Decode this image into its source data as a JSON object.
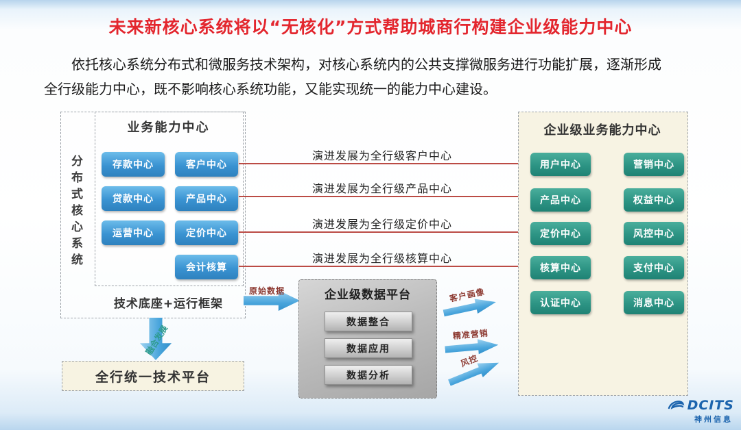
{
  "page": {
    "title": "未来新核心系统将以“无核化”方式帮助城商行构建企业级能力中心",
    "paragraph_line1": "依托核心系统分布式和微服务技术架构，对核心系统内的公共支撑微服务进行功能扩展，逐渐形成",
    "paragraph_line2": "全行级能力中心，既不影响核心系统功能，又能实现统一的能力中心建设。"
  },
  "left_panel": {
    "side_label": "分布式核心系统",
    "header": "业务能力中心",
    "buttons_col1": [
      "存款中心",
      "贷款中心",
      "运营中心"
    ],
    "buttons_col2": [
      "客户中心",
      "产品中心",
      "定价中心",
      "会计核算"
    ],
    "tech_base": "技术底座+运行框架",
    "fusion_label": "融合发展",
    "platform": "全行统一技术平台"
  },
  "evolution_arrows": [
    "演进发展为全行级客户中心",
    "演进发展为全行级产品中心",
    "演进发展为全行级定价中心",
    "演进发展为全行级核算中心"
  ],
  "data_platform": {
    "input_label": "原始数据",
    "title": "企业级数据平台",
    "items": [
      "数据整合",
      "数据应用",
      "数据分析"
    ],
    "outputs": [
      "客户画像",
      "精准营销",
      "风控"
    ]
  },
  "right_panel": {
    "title": "企业级业务能力中心",
    "buttons_col1": [
      "用户中心",
      "产品中心",
      "定价中心",
      "核算中心",
      "认证中心"
    ],
    "buttons_col2": [
      "营销中心",
      "权益中心",
      "风控中心",
      "支付中心",
      "消息中心"
    ]
  },
  "logo": {
    "brand": "DCITS",
    "company": "神州信息"
  },
  "colors": {
    "title_red": "#e3262e",
    "blue_button": "#3a93d2",
    "green_button": "#2d9484",
    "arrow_blue": "#49a5dc",
    "evolution_line_red": "#bb4b45",
    "beige_panel": "#f7f3e3",
    "gray_panel": "#bdbdbd",
    "logo_blue": "#1b63ad"
  }
}
